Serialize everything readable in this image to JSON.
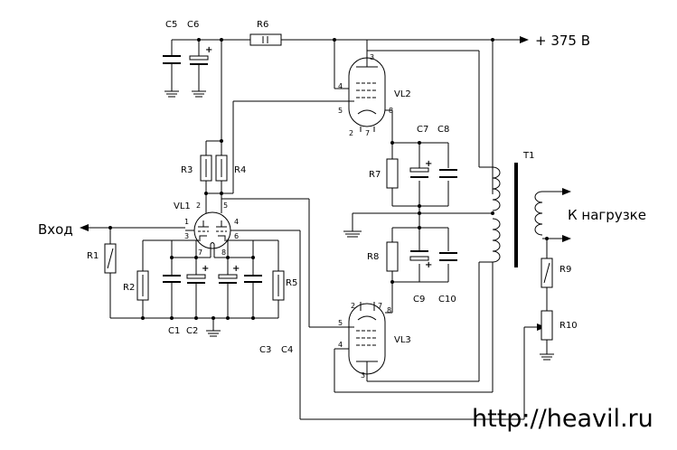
{
  "supply_label": "+ 375 В",
  "input_label": "Вход",
  "load_label": "К нагрузке",
  "url": "http://heavil.ru",
  "components": {
    "R1": "R1",
    "R2": "R2",
    "R3": "R3",
    "R4": "R4",
    "R5": "R5",
    "R6": "R6",
    "R7": "R7",
    "R8": "R8",
    "R9": "R9",
    "R10": "R10",
    "C1": "C1",
    "C2": "C2",
    "C3": "C3",
    "C4": "C4",
    "C5": "C5",
    "C6": "C6",
    "C7": "C7",
    "C8": "C8",
    "C9": "C9",
    "C10": "C10",
    "T1": "T1",
    "VL1": "VL1",
    "VL2": "VL2",
    "VL3": "VL3"
  },
  "pins": {
    "vl1": [
      "1",
      "2",
      "3",
      "4",
      "5",
      "6",
      "7",
      "8"
    ],
    "vl2": [
      "2",
      "3",
      "4",
      "5",
      "7",
      "8"
    ],
    "vl3": [
      "2",
      "3",
      "4",
      "5",
      "7",
      "8"
    ]
  },
  "polarity_mark": "+"
}
